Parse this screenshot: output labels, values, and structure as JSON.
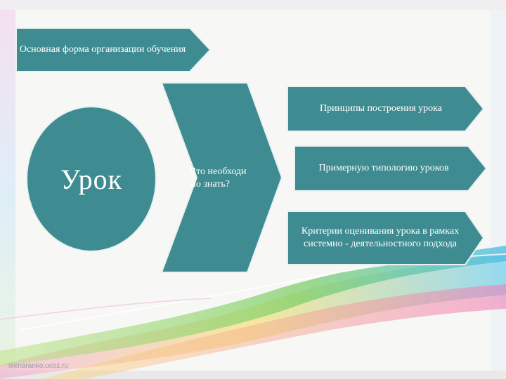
{
  "colors": {
    "shape_fill": "#3e8c91",
    "shape_stroke": "#e9f1f1",
    "text": "#ffffff",
    "background": "#f4f4f2"
  },
  "diagram": {
    "top_box": "Основная форма организации обучения",
    "circle_label": "Урок",
    "chevron_label": "Что необходи мо знать?",
    "items": [
      "Принципы построения урока",
      "Примерную типологию уроков",
      "Критерии оценивания урока в рамках системно - деятельностного подхода"
    ]
  },
  "watermark": "olenaranko.ucoz.ru"
}
